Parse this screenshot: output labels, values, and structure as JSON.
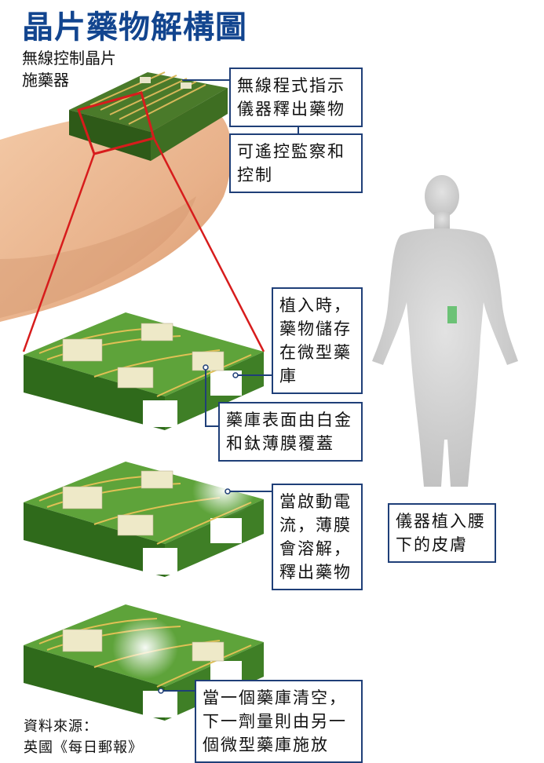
{
  "title": "晶片藥物解構圖",
  "device_label": [
    "無線控制晶片",
    "施藥器"
  ],
  "callouts": {
    "wireless": [
      "無線程式指示",
      "儀器釋出藥物"
    ],
    "remote": [
      "可遙控監察和",
      "控制"
    ],
    "implant": [
      "植入時，",
      "藥物儲存",
      "在微型藥",
      "庫"
    ],
    "membrane": [
      "藥庫表面由白金",
      "和鈦薄膜覆蓋"
    ],
    "current": [
      "當啟動電",
      "流，薄膜",
      "會溶解，",
      "釋出藥物"
    ],
    "body": [
      "儀器植入腰",
      "下的皮膚"
    ],
    "empty": [
      "當一個藥庫清空，",
      "下一劑量則由另一",
      "個微型藥庫施放"
    ]
  },
  "source": [
    "資料來源：",
    "英國《每日郵報》"
  ],
  "colors": {
    "title": "#12458f",
    "chip_green": "#5ea33a",
    "zoom_line": "#d71c1c",
    "body": "#c9c9c9",
    "implant": "#5fbf6a"
  }
}
